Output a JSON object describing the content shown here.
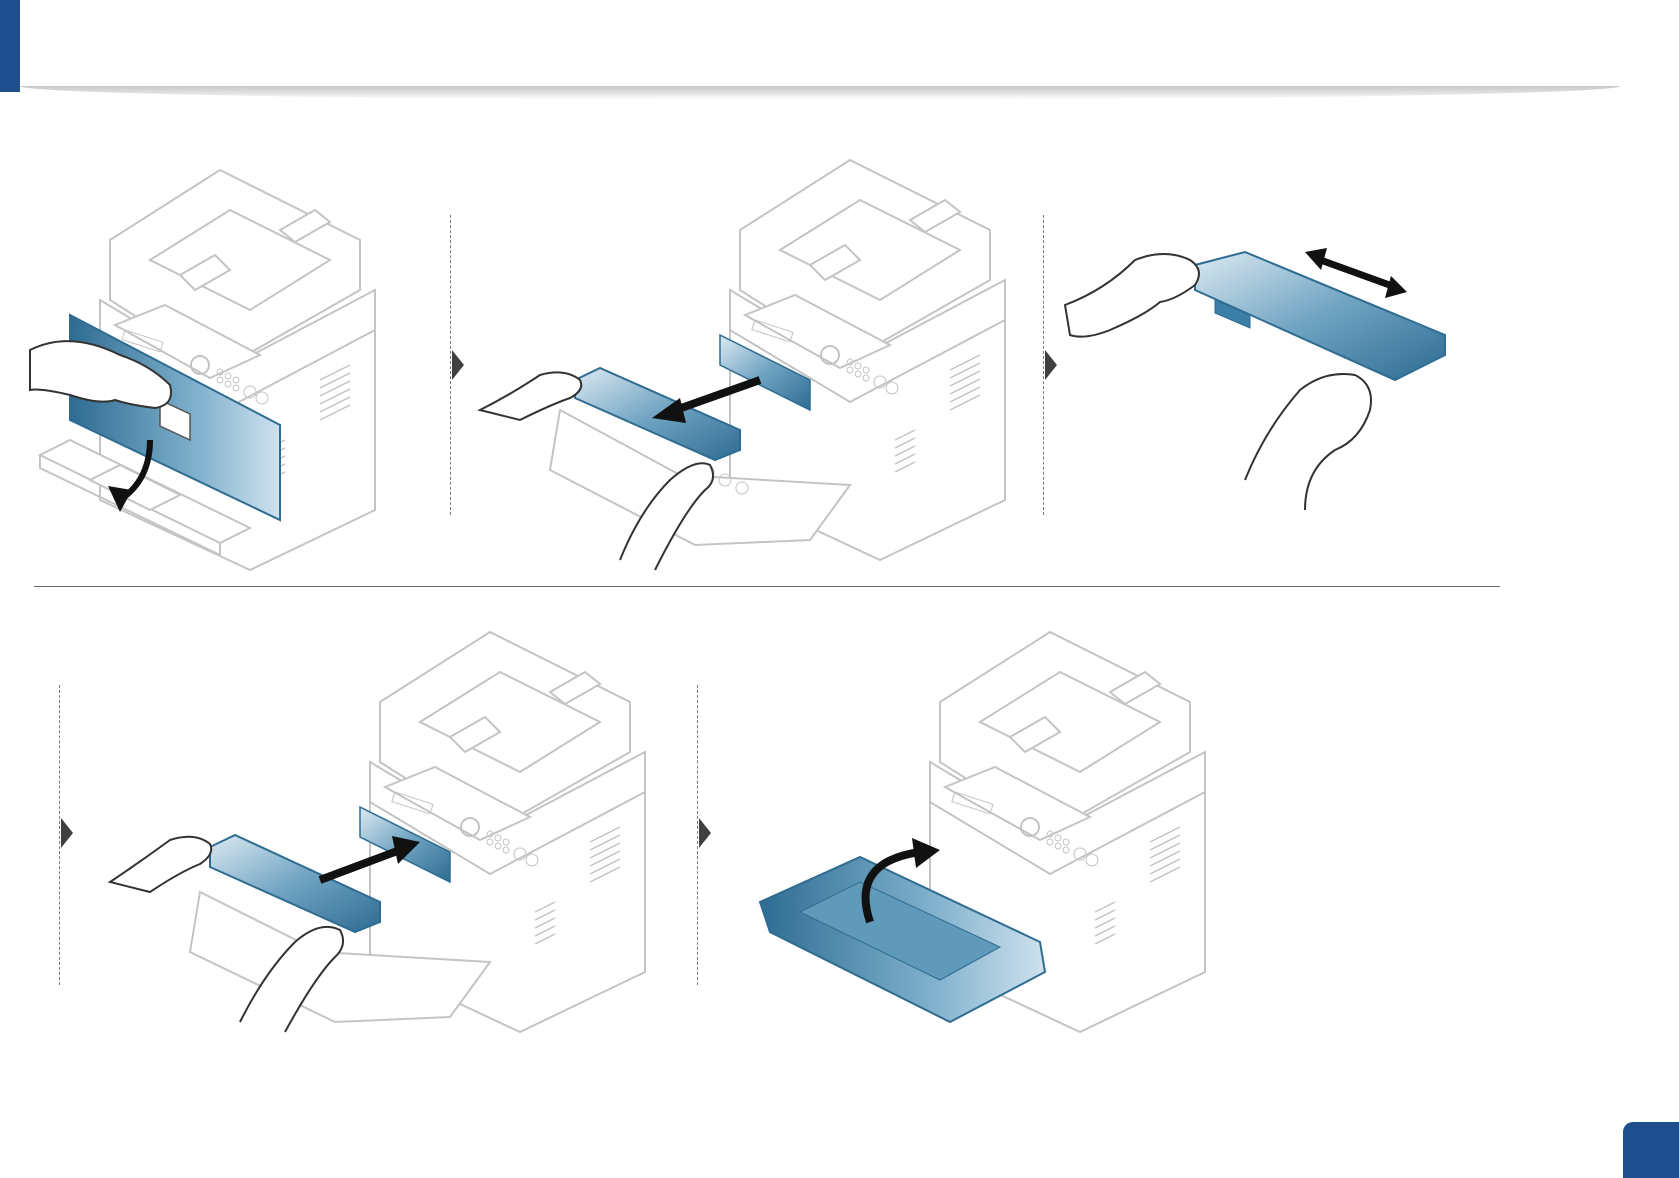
{
  "page": {
    "page_number": "",
    "accent_color": "#1f4e8c",
    "cartridge_color": "#3b7ea6"
  },
  "steps": [
    {
      "index": 1,
      "action": "open-front-cover",
      "icon": "printer-open-cover-icon"
    },
    {
      "index": 2,
      "action": "pull-out-cartridge",
      "icon": "printer-remove-cartridge-icon"
    },
    {
      "index": 3,
      "action": "shake-cartridge",
      "icon": "cartridge-shake-icon"
    },
    {
      "index": 4,
      "action": "insert-cartridge",
      "icon": "printer-insert-cartridge-icon"
    },
    {
      "index": 5,
      "action": "close-front-cover",
      "icon": "printer-close-cover-icon"
    }
  ]
}
